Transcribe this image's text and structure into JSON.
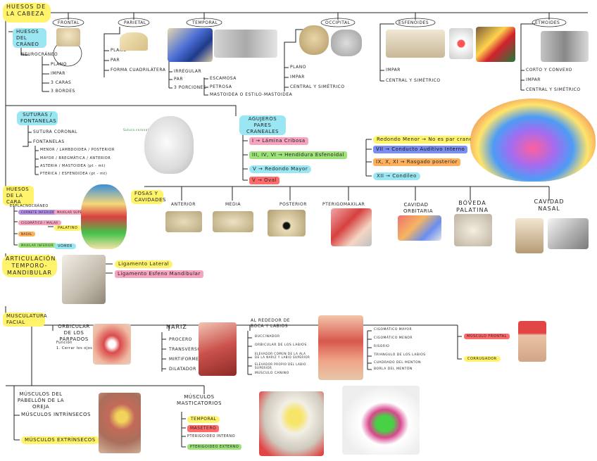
{
  "root": {
    "title": "HUESOS DE LA CABEZA"
  },
  "craneo": {
    "title": "HUESOS DEL CRÁNEO",
    "sub": "NEUROCRÁNEO",
    "props": [
      "PLANO",
      "IMPAR",
      "3 CARAS",
      "3 BORDES"
    ],
    "bones": [
      {
        "name": "FRONTAL",
        "props": []
      },
      {
        "name": "PARIETAL",
        "props": [
          "PLANO",
          "PAR",
          "FORMA CUADRILÁTERA"
        ]
      },
      {
        "name": "TEMPORAL",
        "props": [
          "IRREGULAR",
          "PAR",
          "3 PORCIONES"
        ],
        "porciones": [
          "ESCAMOSA",
          "PETROSA",
          "MASTOIDEA O ESTILO-MASTOIDEA"
        ]
      },
      {
        "name": "OCCIPITAL",
        "props": [
          "PLANO",
          "IMPAR",
          "CENTRAL Y SIMÉTRICO"
        ]
      },
      {
        "name": "ESFENOIDES",
        "props": [
          "IMPAR",
          "CENTRAL Y SIMÉTRICO"
        ]
      },
      {
        "name": "ETMOIDES",
        "props": [
          "CORTO Y CONVEXO",
          "IMPAR",
          "CENTRAL Y SIMÉTRICO"
        ]
      }
    ]
  },
  "suturas": {
    "title": "SUTURAS / FONTANELAS",
    "items": [
      "SUTURA CORONAL",
      "FONTANELAS"
    ],
    "fontanelas": [
      "MENOR / LAMBDOIDEA / POSTERIOR",
      "MAYOR / BREGMÁTICA / ANTERIOR",
      "ASTERIA / MASTOIDEA (pt - mt)",
      "PTERICA / ESFENOIDEA (pt - mt)"
    ],
    "figure_caption": "Sutura coronal"
  },
  "agujeros": {
    "title": "AGUJEROS PARES CRANEALES",
    "items": [
      {
        "label": "I → Lámina Cribosa",
        "color": "pink"
      },
      {
        "label": "III, IV, VI → Hendidura Esfenoidal",
        "color": "green"
      },
      {
        "label": "V → Redondo Mayor",
        "color": "cyan"
      },
      {
        "label": "V → Oval",
        "color": "red"
      }
    ],
    "more": [
      {
        "label": "Redondo Menor → No es par craneal",
        "color": "yellow"
      },
      {
        "label": "VII → Conducto Auditivo Interno",
        "color": "blue"
      },
      {
        "label": "IX, X, XI → Rasgado posterior",
        "color": "orange"
      },
      {
        "label": "XII → Condíleo",
        "color": "cyan"
      }
    ]
  },
  "cara": {
    "title": "HUESOS DE LA CARA",
    "sub": "ESPLACNOCRÁNEO",
    "items": [
      {
        "label": "CORNETE INFERIOR",
        "color": "purple"
      },
      {
        "label": "CIGOMÁTICO / MALAR",
        "color": "pink"
      },
      {
        "label": "NASAL",
        "color": "orange"
      },
      {
        "label": "MAXILAR INFERIOR",
        "color": "green"
      }
    ],
    "right": [
      "MAXILAR SUPERIOR",
      "PALATINO",
      "VÓMER"
    ]
  },
  "fosas": {
    "title": "FOSAS Y CAVIDADES",
    "items": [
      "ANTERIOR",
      "MEDIA",
      "POSTERIOR",
      "PTERIGOMAXILAR",
      "CAVIDAD ORBITARIA",
      "BÓVEDA PALATINA",
      "CAVIDAD NASAL"
    ]
  },
  "articulacion": {
    "title": "ARTICULACIÓN TEMPORO-MANDIBULAR",
    "items": [
      {
        "label": "Ligamento Lateral",
        "color": "yellow"
      },
      {
        "label": "Ligamento Esfeno Mandibular",
        "color": "pink"
      }
    ]
  },
  "musculatura": {
    "title": "MUSCULATURA FACIAL",
    "orbicular": {
      "title": "ORBICULAR DE LOS PÁRPADOS",
      "notes": [
        "Función",
        "1. Cerrar los ojos"
      ]
    },
    "nariz": {
      "title": "NARIZ",
      "items": [
        "PROCERO",
        "TRANSVERSO",
        "MIRTIFORME",
        "DILATADOR"
      ]
    },
    "boca": {
      "title": "AL REDEDOR DE BOCA Y LABIOS",
      "items": [
        "BUCCINADOR",
        "ORBICULAR DE LOS LABIOS",
        "ELEVADOR COMÚN DE LA ALA DE LA NARIZ Y LABIO SUPERIOR",
        "ELEVADOR PROPIO DEL LABIO SUPERIOR",
        "MÚSCULO CANINO"
      ]
    },
    "cigomatico": [
      "CIGOMÁTICO MAYOR",
      "CIGOMÁTICO MENOR",
      "RISORIO",
      "TRIANGULO DE LOS LABIOS",
      "CUADRADO DEL MENTON",
      "BORLA DEL MENTÓN"
    ],
    "frontal": [
      {
        "label": "MÚSCULO FRONTAL",
        "color": "pink"
      },
      {
        "label": "CORRUGADOR",
        "color": "yellow"
      }
    ],
    "pabellon": {
      "title": "MÚSCULOS DEL PABELLÓN DE LA OREJA",
      "items": [
        {
          "label": "MÚSCULOS INTRÍNSECOS",
          "color": "none"
        },
        {
          "label": "MÚSCULOS EXTRÍNSECOS",
          "color": "yellow"
        }
      ]
    },
    "masticatorios": {
      "title": "MÚSCULOS MASTICATORIOS",
      "items": [
        {
          "label": "TEMPORAL",
          "color": "yellow"
        },
        {
          "label": "MASETERO",
          "color": "red"
        },
        {
          "label": "PTERIGOIDEO INTERNO",
          "color": "none"
        },
        {
          "label": "PTERIGOIDEO EXTERNO",
          "color": "green"
        }
      ]
    }
  },
  "colors": {
    "yellow": "#fff36b",
    "cyan": "#9ae6f2",
    "pink": "#f7a4bf",
    "green": "#9ee37a",
    "red": "#ff6b6b",
    "blue": "#7b8ff0",
    "purple": "#b48ee8",
    "orange": "#ffb05c"
  }
}
